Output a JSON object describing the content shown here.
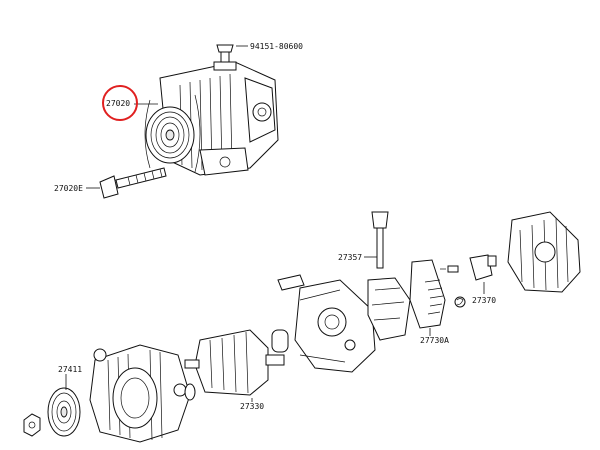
{
  "callouts": {
    "bolt_top": "94151-80600",
    "alternator_assy": "27020",
    "long_bolt": "27020E",
    "brush_holder": "27357",
    "terminal_cover": "27370",
    "regulator": "27730A",
    "pulley": "27411",
    "rotor": "27330"
  },
  "highlight": {
    "target": "alternator_assy",
    "color": "#e02020"
  }
}
